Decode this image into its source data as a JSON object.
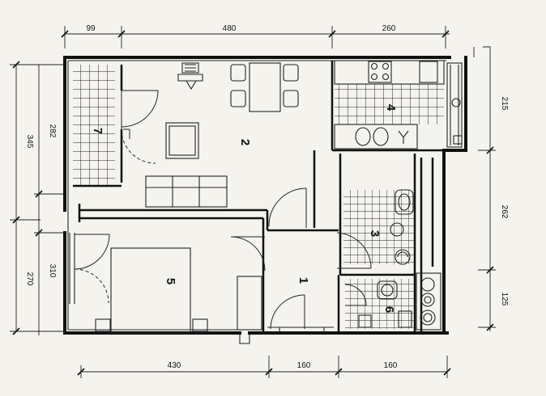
{
  "plan": {
    "dimensions": {
      "top_left": "99",
      "top_middle": "480",
      "top_right": "260",
      "left_outer_top": "345",
      "left_inner_top": "282",
      "left_outer_bottom": "270",
      "left_inner_bottom": "310",
      "bottom_left": "430",
      "bottom_middle": "160",
      "bottom_right": "160",
      "right_top": "215",
      "right_middle": "262",
      "right_bottom": "125"
    },
    "rooms": {
      "r1": "1",
      "r2": "2",
      "r3": "3",
      "r4": "4",
      "r5": "5",
      "r6": "6",
      "r7": "7"
    }
  }
}
